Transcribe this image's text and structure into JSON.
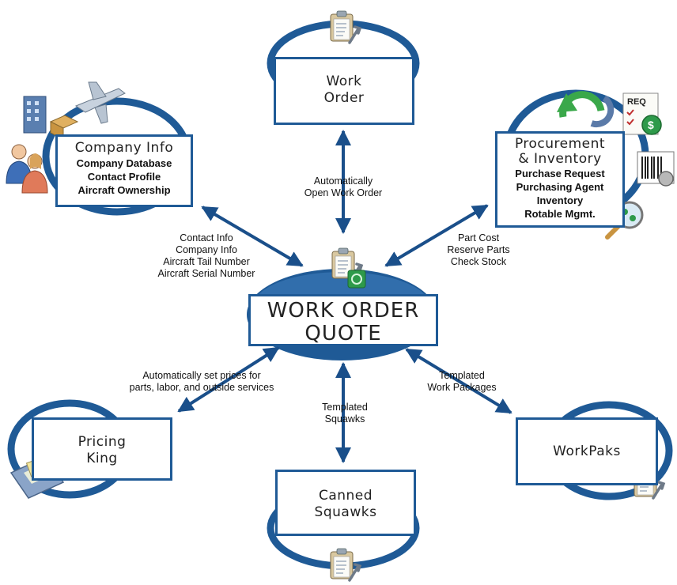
{
  "colors": {
    "ring": "#1f5a96",
    "ring_light": "#3f7fc0",
    "arrow": "#1a4f8a",
    "hub": "#1f5a96"
  },
  "nodes": {
    "work_order": {
      "line1": "Work",
      "line2": "Order"
    },
    "company_info": {
      "title": "Company Info",
      "items": [
        "Company Database",
        "Contact Profile",
        "Aircraft Ownership"
      ]
    },
    "procurement": {
      "line1": "Procurement",
      "line2": "& Inventory",
      "items": [
        "Purchase Request",
        "Purchasing Agent",
        "Inventory",
        "Rotable Mgmt."
      ]
    },
    "hub": {
      "line1": "WORK ORDER",
      "line2": "QUOTE"
    },
    "pricing_king": {
      "line1": "Pricing",
      "line2": "King"
    },
    "canned_squawks": {
      "line1": "Canned",
      "line2": "Squawks"
    },
    "workpaks": {
      "title": "WorkPaks"
    }
  },
  "edges": {
    "work_order": [
      "Automatically",
      "Open Work Order"
    ],
    "company_info": [
      "Contact Info",
      "Company Info",
      "Aircraft Tail Number",
      "Aircraft Serial Number"
    ],
    "procurement": [
      "Part Cost",
      "Reserve Parts",
      "Check Stock"
    ],
    "pricing_king": [
      "Automatically set prices for",
      "parts, labor, and outside services"
    ],
    "canned_squawks": [
      "Templated",
      "Squawks"
    ],
    "workpaks": [
      "Templated",
      "Work Packages"
    ]
  },
  "icons": {
    "clipboard": "clipboard-wrench-icon",
    "building": "building-icon",
    "plane": "airplane-icon",
    "people": "people-icon",
    "box": "package-icon",
    "req": "req-checklist-icon",
    "calculator": "calculator-icon",
    "req_text": "REQ"
  }
}
